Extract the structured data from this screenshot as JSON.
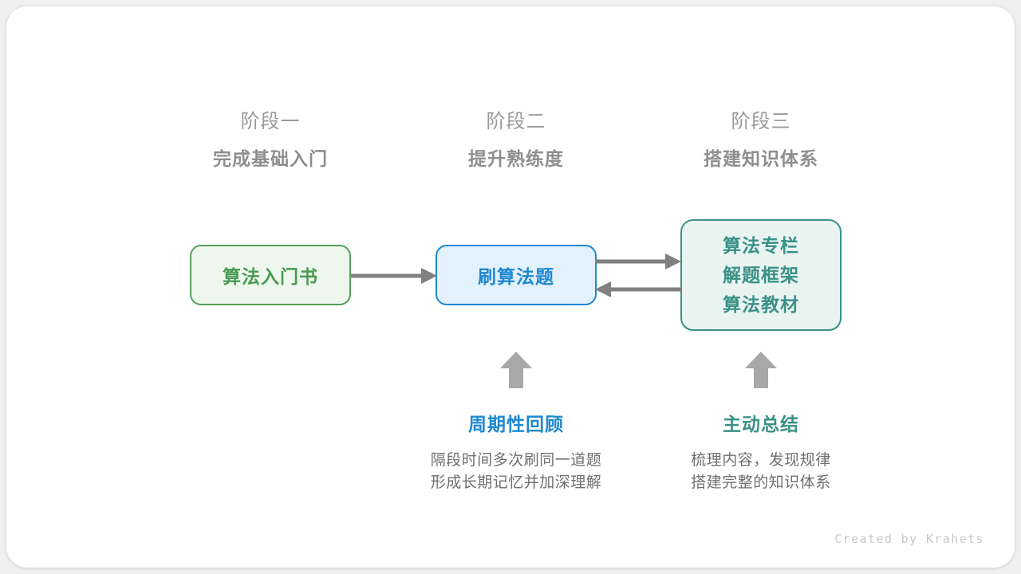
{
  "phases": [
    {
      "id": "phase-1",
      "top": "阶段一",
      "sub": "完成基础入门"
    },
    {
      "id": "phase-2",
      "top": "阶段二",
      "sub": "提升熟练度"
    },
    {
      "id": "phase-3",
      "top": "阶段三",
      "sub": "搭建知识体系"
    }
  ],
  "nodes": {
    "book": {
      "label": "算法入门书",
      "color": "#4a9a52",
      "fill": "#eef7ee"
    },
    "practice": {
      "label": "刷算法题",
      "color": "#1e88d0",
      "fill": "#e3f1fd"
    },
    "resources": {
      "lines": [
        "算法专栏",
        "解题框架",
        "算法教材"
      ],
      "color": "#3a9187",
      "fill": "#e9f4f1"
    }
  },
  "notes": [
    {
      "id": "note-review",
      "title": "周期性回顾",
      "line1": "隔段时间多次刷同一道题",
      "line2": "形成长期记忆并加深理解",
      "color": "#1e88d0"
    },
    {
      "id": "note-summary",
      "title": "主动总结",
      "line1": "梳理内容，发现规律",
      "line2": "搭建完整的知识体系",
      "color": "#3a9187"
    }
  ],
  "arrow_color": "#808080",
  "up_arrow_color": "#a8a8a8",
  "footer": {
    "credit": "Created by Krahets"
  }
}
